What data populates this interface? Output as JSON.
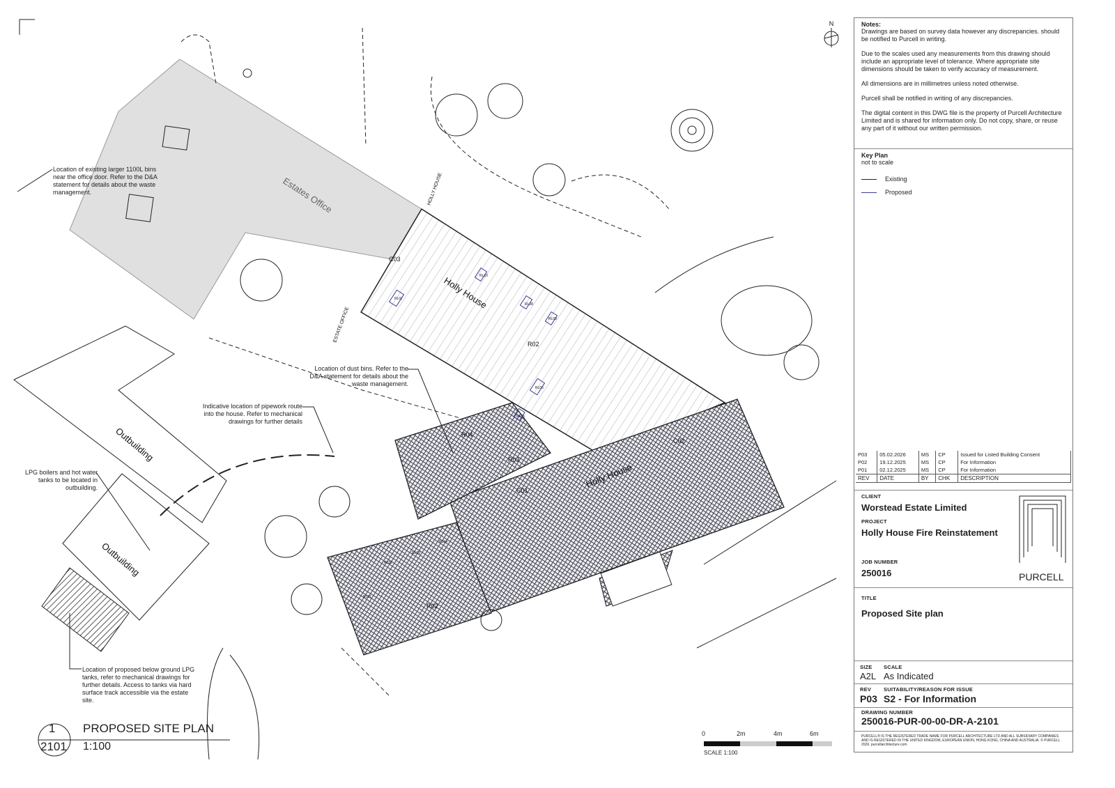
{
  "notes": {
    "heading": "Notes:",
    "paragraphs": [
      "Drawings are based on survey data however any discrepancies. should be notified to Purcell in writing.",
      "Due to the scales used any measurements from this drawing should include an appropriate level of tolerance. Where appropriate site dimensions should be taken to verify accuracy of measurement.",
      "All dimensions are in millimetres unless noted otherwise.",
      "Purcell shall be notified in writing of any discrepancies.",
      "The digital content in this DWG file is the property of Purcell Architecture Limited and is shared for information only. Do not copy, share, or reuse any part of it without our written permission."
    ]
  },
  "key_plan": {
    "heading": "Key Plan",
    "subheading": "not to scale",
    "existing": "Existing",
    "proposed": "Proposed",
    "existing_color": "#222222",
    "proposed_color": "#3a3a9a"
  },
  "revisions": {
    "headers": [
      "REV",
      "DATE",
      "BY",
      "CHK",
      "DESCRIPTION"
    ],
    "rows": [
      [
        "P03",
        "05.02.2026",
        "MS",
        "CP",
        "Issued for Listed Building Consent"
      ],
      [
        "P02",
        "19.12.2025",
        "MS",
        "CP",
        "For Information"
      ],
      [
        "P01",
        "02.12.2025",
        "MS",
        "CP",
        "For Information"
      ]
    ]
  },
  "title_block": {
    "client_label": "CLIENT",
    "client": "Worstead Estate Limited",
    "project_label": "PROJECT",
    "project": "Holly House Fire Reinstatement",
    "job_label": "JOB NUMBER",
    "job": "250016",
    "logo_text": "PURCELL",
    "title_label": "TITLE",
    "title": "Proposed Site plan",
    "size_label": "SIZE",
    "size": "A2L",
    "scale_label": "SCALE",
    "scale": "As Indicated",
    "rev_label": "REV",
    "rev": "P03",
    "suitability_label": "SUITABILITY/REASON FOR ISSUE",
    "suitability": "S2 - For Information",
    "drawing_no_label": "DRAWING NUMBER",
    "drawing_no": "250016-PUR-00-00-DR-A-2101",
    "footer": "PURCELL® IS THE REGISTERED TRADE NAME FOR PURCELL ARCHITECTURE LTD AND ALL SUBSIDIARY COMPANIES AND IS REGISTERED IN THE UNITED KINGDOM, EUROPEAN UNION, HONG KONG, CHINA AND AUSTRALIA. © PURCELL 2026. purcellarchitecture.com"
  },
  "drawing": {
    "number": "1",
    "sheet": "2101",
    "title": "PROPOSED SITE PLAN",
    "scale": "1:100",
    "north": "N",
    "scale_bar": {
      "ticks": [
        "0",
        "2m",
        "4m",
        "6m"
      ],
      "caption": "SCALE 1:100"
    },
    "labels": {
      "estates_office": "Estates Office",
      "holly_house_1": "Holly House",
      "holly_house_2": "Holly House",
      "outbuilding_1": "Outbuilding",
      "outbuilding_2": "Outbuilding",
      "holly_house_sign": "HOLLY HOUSE",
      "estate_office_sign": "ESTATE OFFICE",
      "r02a": "R02",
      "r02b": "R02",
      "r03": "R03",
      "r04": "R04",
      "c01": "C01",
      "c02": "C02",
      "c03": "C03",
      "rl01": "RL01",
      "rl02": "RL02",
      "rl03": "RL03",
      "rl04": "RL04",
      "rl05": "RL05",
      "rl06": "RL06",
      "rl07": "RL07",
      "rl08": "RL08",
      "rl09": "RL09",
      "rl10": "RL10"
    },
    "annotations": {
      "bins": "Location of existing larger 1100L bins near the office door. Refer to the D&A statement for details about the waste management.",
      "dust_bins": "Location of dust bins. Refer to the D&A statement for details about the waste management.",
      "pipework": "Indicative location of pipework route into the house. Refer to mechanical drawings for further details",
      "lpg_boilers": "LPG boilers and hot water tanks to be located in outbuilding.",
      "lpg_tanks": "Location of proposed below ground LPG tanks, refer to mechanical drawings for further details. Access to tanks via hard surface track accessible via the estate site."
    }
  }
}
